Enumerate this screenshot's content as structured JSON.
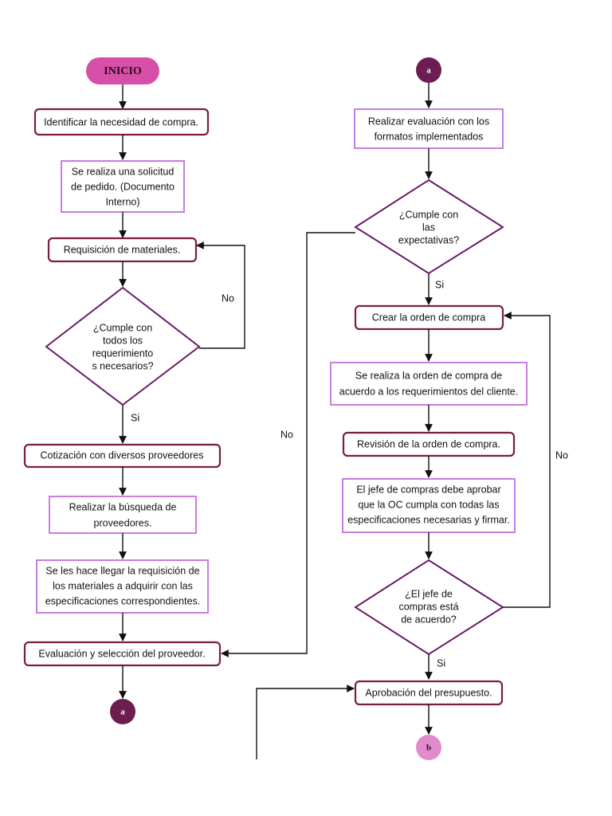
{
  "left": {
    "start": "INICIO",
    "identificar": "Identificar la necesidad de compra.",
    "solicitud": [
      "Se realiza una solicitud",
      "de pedido. (Documento",
      "Interno)"
    ],
    "requisicion": "Requisición de materiales.",
    "decision": [
      "¿Cumple con",
      "todos los",
      "requerimiento",
      "s necesarios?"
    ],
    "no_label": "No",
    "si_label": "Si",
    "cotizacion": "Cotización con diversos proveedores",
    "busqueda": [
      "Realizar la búsqueda de",
      "proveedores."
    ],
    "hacer_llegar": [
      "Se les hace llegar la requisición de",
      "los materiales a adquirir con las",
      "especificaciones correspondientes."
    ],
    "evaluacion": "Evaluación y selección del proveedor.",
    "connector_a": "a"
  },
  "right": {
    "connector_a": "a",
    "realizar_eval": [
      "Realizar evaluación con los",
      "formatos implementados"
    ],
    "decision1": [
      "¿Cumple con",
      "las",
      "expectativas?"
    ],
    "si_label1": "Si",
    "no_label_left": "No",
    "crear_orden": "Crear la orden de compra",
    "realiza_orden": [
      "Se realiza la orden de compra de",
      "acuerdo a los requerimientos del cliente."
    ],
    "revision": "Revisión de la orden de compra.",
    "jefe_aprobar": [
      "El jefe de compras debe aprobar",
      "que la OC cumpla con todas las",
      "especificaciones necesarias y firmar."
    ],
    "decision2": [
      "¿El jefe de",
      "compras está",
      "de acuerdo?"
    ],
    "no_label_right": "No",
    "si_label2": "Si",
    "aprobacion": "Aprobación del presupuesto.",
    "connector_b": "b"
  },
  "colors": {
    "dark_border": "#7a1f3d",
    "light_border": "#c77ee0",
    "diamond_border": "#6b1a66",
    "start_fill": "#d64fa8",
    "connector_a_fill": "#6b1e4f",
    "connector_b_fill": "#e08ccc"
  }
}
